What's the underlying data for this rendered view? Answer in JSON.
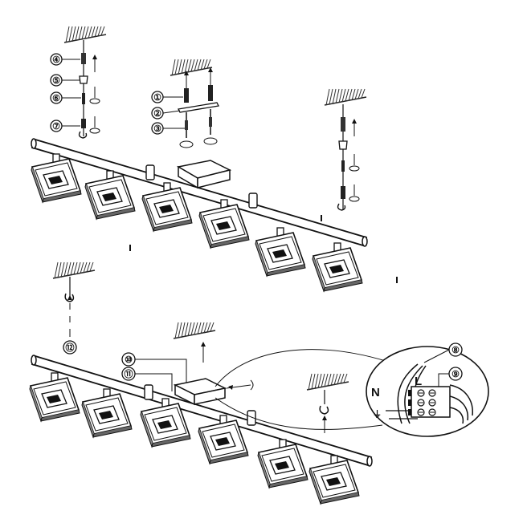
{
  "callouts": {
    "c1": "①",
    "c2": "②",
    "c3": "③",
    "c4": "④",
    "c5": "⑤",
    "c6": "⑥",
    "c7": "⑦",
    "c8": "⑧",
    "c9": "⑨",
    "c10": "⑩",
    "c11": "⑪",
    "c12": "⑫"
  },
  "wiring": {
    "neutral": "N",
    "live": "L",
    "earth_symbol": "⏚"
  },
  "colors": {
    "ink": "#111111",
    "paper": "#ffffff",
    "hatch": "#222222"
  }
}
